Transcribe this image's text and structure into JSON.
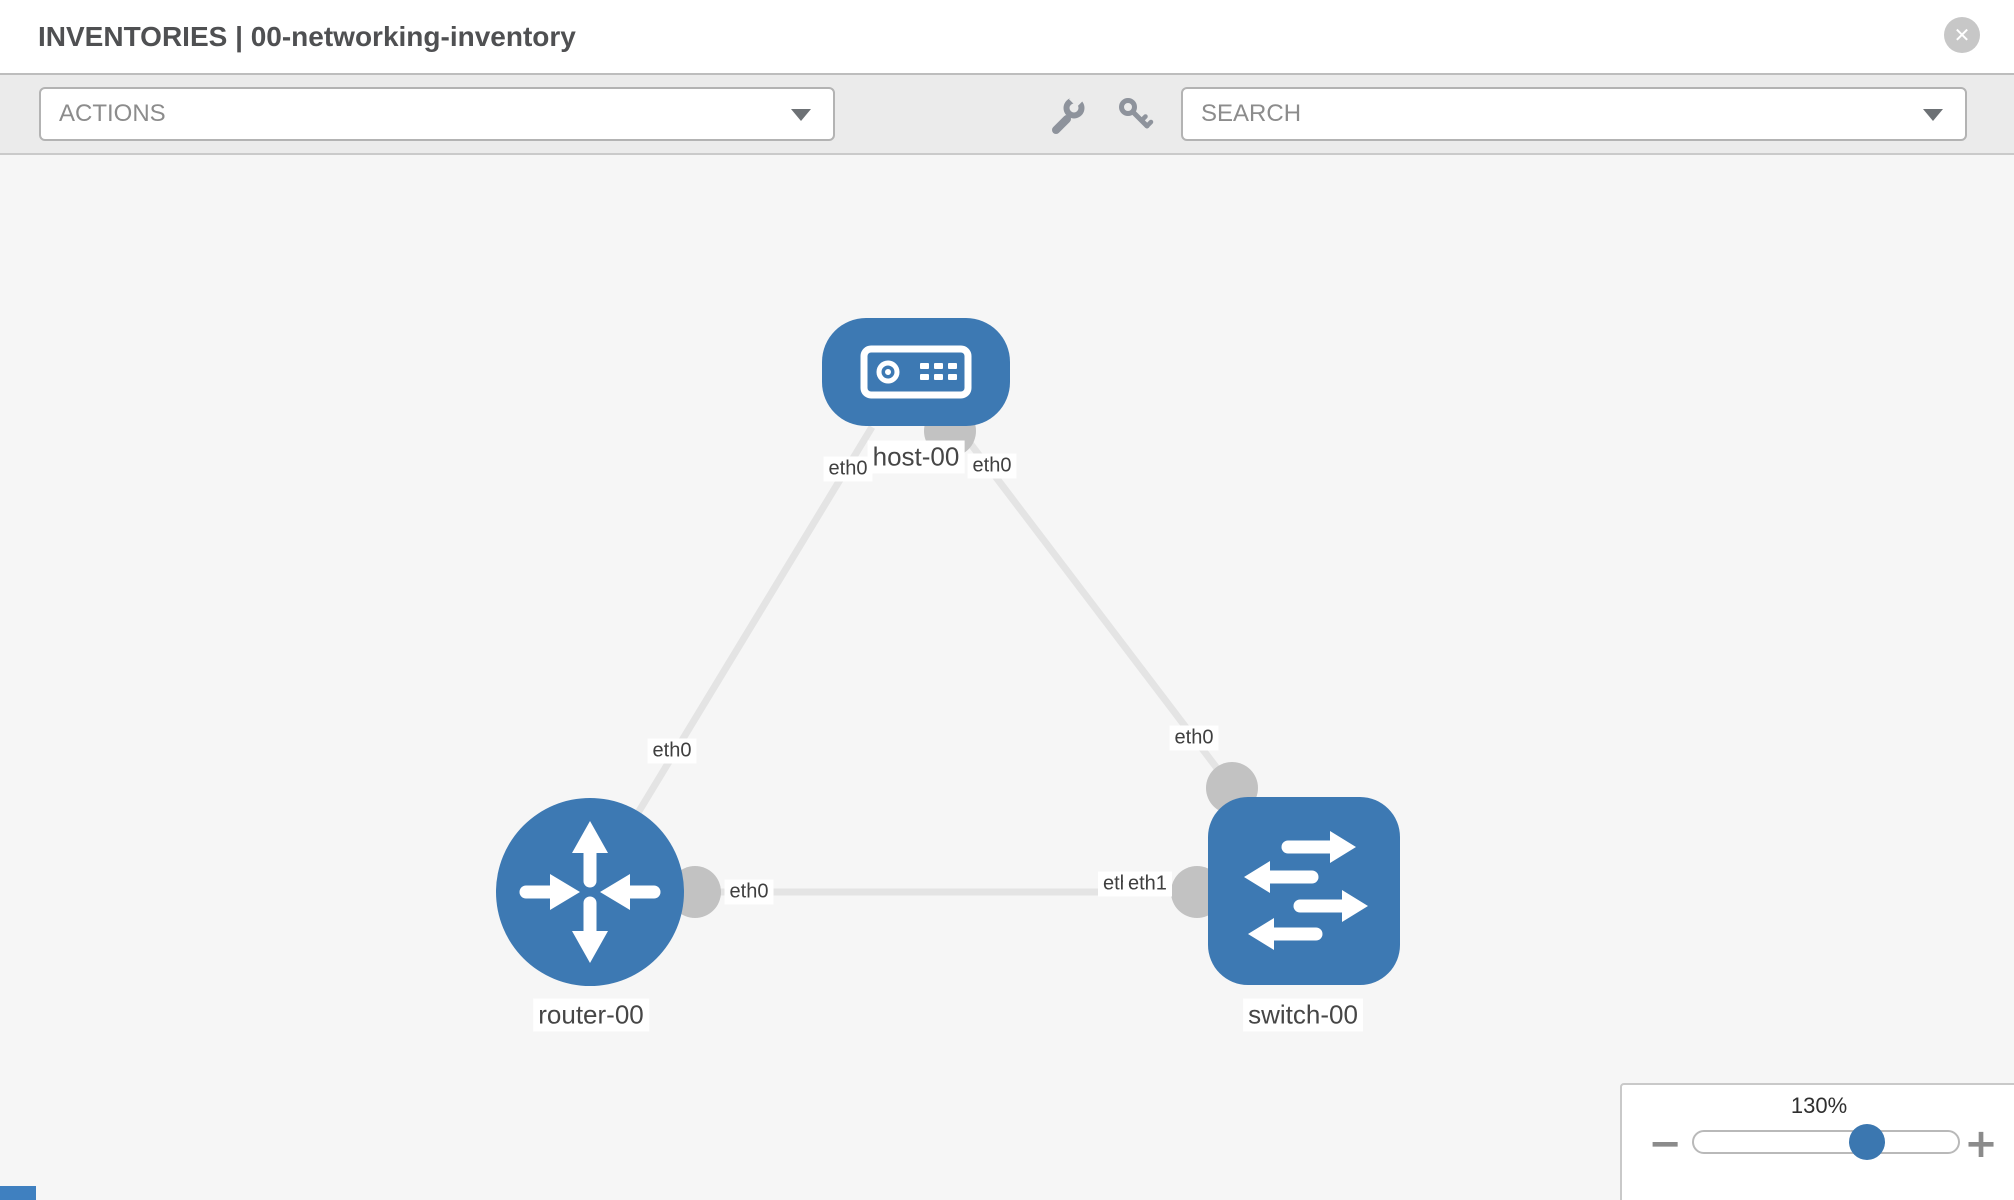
{
  "header": {
    "title": "INVENTORIES | 00-networking-inventory",
    "close_glyph": "✕"
  },
  "toolbar": {
    "actions_value": "ACTIONS",
    "search_value": "SEARCH",
    "icons": [
      "wrench-icon",
      "key-icon"
    ]
  },
  "diagram": {
    "nodes": [
      {
        "id": "host-00",
        "type": "host",
        "label": "host-00"
      },
      {
        "id": "router-00",
        "type": "router",
        "label": "router-00"
      },
      {
        "id": "switch-00",
        "type": "switch",
        "label": "switch-00"
      }
    ],
    "interfaces": [
      {
        "text": "eth0",
        "location": "host-left"
      },
      {
        "text": "eth0",
        "location": "host-right"
      },
      {
        "text": "eth0",
        "location": "link-host-router"
      },
      {
        "text": "eth0",
        "location": "link-host-switch"
      },
      {
        "text": "eth0",
        "location": "router-right"
      },
      {
        "text": "eth0",
        "location": "switch-left-behind"
      },
      {
        "text": "eth1",
        "location": "switch-left-front"
      }
    ],
    "colors": {
      "node_blue": "#3d79b3",
      "port_gray": "#c2c2c2",
      "link_gray": "#e4e4e4",
      "canvas_bg": "#f6f6f6"
    }
  },
  "zoom_control": {
    "level": "130%",
    "minus": "−",
    "plus": "+"
  }
}
